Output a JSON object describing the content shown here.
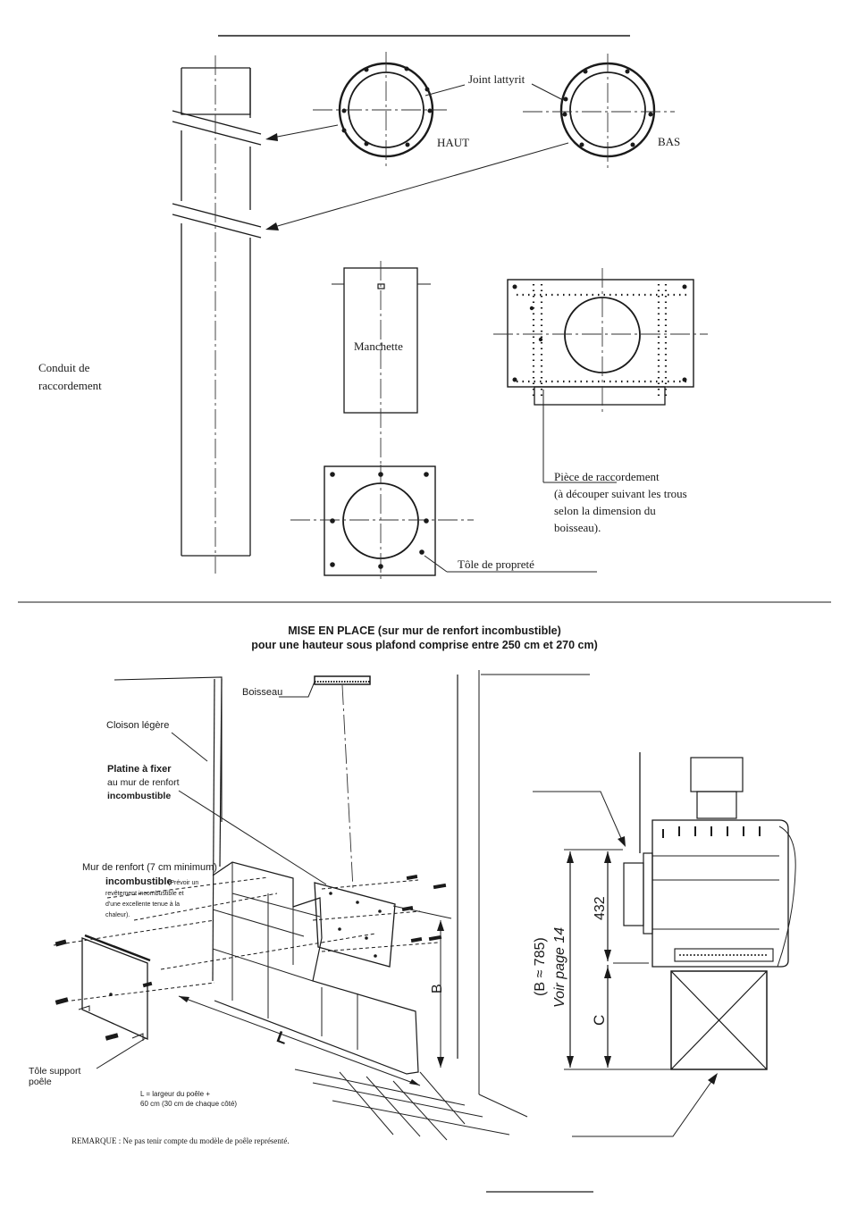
{
  "top_section": {
    "labels": {
      "joint": "Joint lattyrit",
      "haut": "HAUT",
      "bas": "BAS",
      "conduit_line1": "Conduit de",
      "conduit_line2": "raccordement",
      "manchette": "Manchette",
      "piece_line1": "Pièce de raccordement",
      "piece_line2": "(à découper suivant les trous",
      "piece_line3": "selon la dimension du",
      "piece_line4": "boisseau).",
      "tole_proprete": "Tôle de propreté"
    }
  },
  "bottom_section": {
    "title_line1": "MISE EN PLACE (sur mur de renfort incombustible)",
    "title_line2": "pour une hauteur sous plafond comprise entre 250 cm et 270 cm)",
    "labels": {
      "boisseau": "Boisseau",
      "cloison": "Cloison légère",
      "platine_line1": "Platine à fixer",
      "platine_line2": "au mur de renfort",
      "platine_line3": "incombustible",
      "mur_line1": "Mur de renfort (7 cm minimum)",
      "mur_line2": "incombustible",
      "mur_note_line1": "(Prévoir un",
      "mur_note_line2": "revêtement incombustible et",
      "mur_note_line3": "d'une excellente tenue à la",
      "mur_note_line4": "chaleur).",
      "tole_support_line1": "Tôle support",
      "tole_support_line2": "poêle",
      "dim_L": "L",
      "dim_B": "B",
      "L_note_line1": "L = largeur du poêle +",
      "L_note_line2": "60 cm (30 cm de chaque côté)",
      "remarque": "REMARQUE : Ne pas tenir compte du modèle de poêle représenté."
    }
  },
  "side_view": {
    "dim_432": "432",
    "dim_C": "C",
    "b_note_line1": "(B ≈ 785)",
    "b_note_line2": "Voir page 14"
  }
}
